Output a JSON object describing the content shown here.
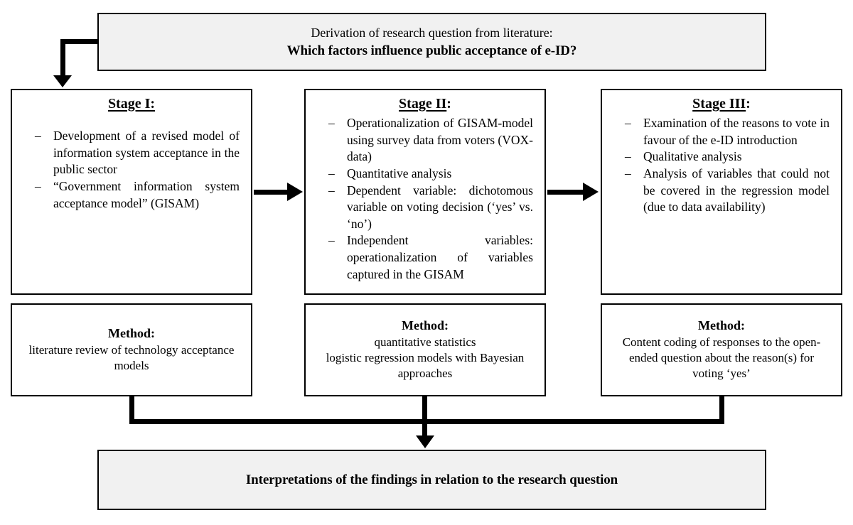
{
  "top_box": {
    "line1": "Derivation of research question from literature:",
    "line2": "Which factors influence public acceptance of e-ID?"
  },
  "stages": [
    {
      "title": "Stage I:",
      "suffix": "",
      "items": [
        "Development of a revised model of information system acceptance in the public sector",
        "“Government information system acceptance model” (GISAM)"
      ]
    },
    {
      "title": "Stage II",
      "suffix": ":",
      "items": [
        "Operationalization of GISAM-model using survey data from voters (VOX-data)",
        "Quantitative analysis",
        "Dependent variable: dichotomous variable on voting decision (‘yes’ vs. ‘no’)",
        "Independent variables: operationalization of variables captured in the GISAM"
      ]
    },
    {
      "title": "Stage III",
      "suffix": ":",
      "items": [
        "Examination of the reasons to vote in favour of the e-ID introduction",
        "Qualitative analysis",
        "Analysis of variables that could not be covered in the regression model (due to data availability)"
      ]
    }
  ],
  "methods": [
    {
      "title": "Method:",
      "lines": [
        "literature review of technology acceptance models"
      ]
    },
    {
      "title": "Method:",
      "lines": [
        "quantitative statistics",
        "logistic regression models with Bayesian approaches"
      ]
    },
    {
      "title": "Method:",
      "lines": [
        "Content coding of responses to the open-ended question about the reason(s) for voting ‘yes’"
      ]
    }
  ],
  "bottom_box": {
    "text": "Interpretations of the findings in relation to the research question"
  },
  "colors": {
    "highlight_fill": "#f1f1f1",
    "box_fill": "#ffffff",
    "line": "#000000"
  }
}
